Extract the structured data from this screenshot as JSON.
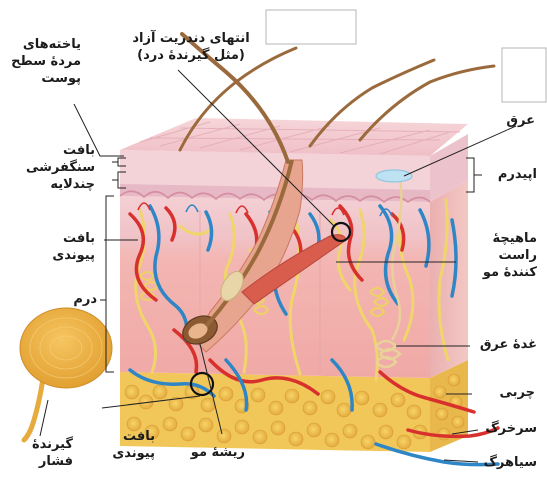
{
  "labels": {
    "dead_cells": [
      "یاخته‌های",
      "مردهٔ سطح",
      "پوست"
    ],
    "free_nerve_endings": [
      "انتهای دندریت آزاد",
      "(مثل گیرندهٔ درد)"
    ],
    "sweat_pore": "عرق",
    "stratified_tissue": [
      "بافت",
      "سنگفرشی",
      "چندلایه"
    ],
    "epidermis": "اپیدرم",
    "connective_tissue": [
      "بافت",
      "پیوندی"
    ],
    "erector_muscle": [
      "ماهیچهٔ",
      "راست",
      "کنندهٔ مو"
    ],
    "dermis": "درم",
    "sweat_gland": "غدهٔ عرق",
    "fat": "چربی",
    "artery": "سرخرگ",
    "vein": "سیاهرگ",
    "pressure_receptor": [
      "گیرندهٔ",
      "فشار"
    ],
    "connective_tissue_bottom": [
      "بافت",
      "پیوندی"
    ],
    "hair_root": "ریشهٔ مو"
  },
  "colors": {
    "epidermis": "#f2c6c6",
    "dermis": "#f4b9b6",
    "fat": "#f2c75a",
    "artery": "#d8302c",
    "vein": "#2f86c6",
    "nerve": "#f0d66a",
    "hair": "#9a6a3c"
  }
}
